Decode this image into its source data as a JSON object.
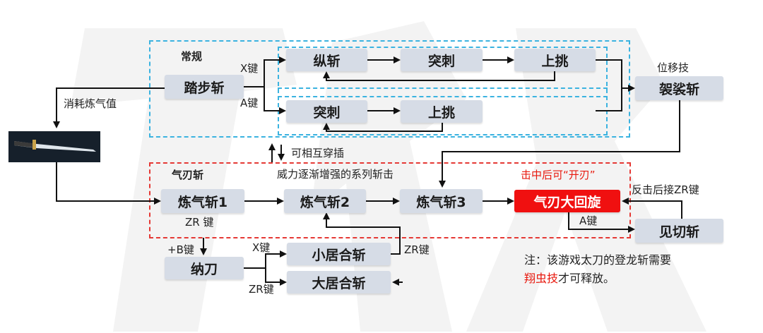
{
  "regions": {
    "normal": "常规",
    "qiblade": "气刃斩"
  },
  "nodes": {
    "tabubu": "踏步斩",
    "zongzhan": "纵斩",
    "tuci1": "突刺",
    "shangtiao1": "上挑",
    "tuci2": "突刺",
    "shangtiao2": "上挑",
    "kesazhan": "袈裟斩",
    "lianqi1": "炼气斩1",
    "lianqi2": "炼气斩2",
    "lianqi3": "炼气斩3",
    "qiren_spin": "气刃大回旋",
    "jianqie": "见切斩",
    "nadao": "纳刀",
    "xiaojuhe": "小居合斩",
    "dajuhe": "大居合斩"
  },
  "labels": {
    "x_key_1": "X键",
    "a_key_1": "A键",
    "consume": "消耗炼气值",
    "displacement": "位移技",
    "interleave": "可相互穿插",
    "series": "威力逐渐增强的系列斩击",
    "open_blade": "击中后可“开刃”",
    "counter": "反击后接ZR键",
    "zr_key_1": "ZR 键",
    "a_key_2": "A键",
    "b_key": "+B键",
    "x_key_2": "X键",
    "zr_key_2": "ZR键",
    "zr_key_3": "ZR键"
  },
  "note": {
    "line1": "注：该游戏太刀的登龙斩需要",
    "line2_red": "翔虫技",
    "line2_rest": "才可释放。"
  },
  "colors": {
    "node_fill": "#d6dce6",
    "highlight_red": "#f01010",
    "blue_dash": "#3bb3e0",
    "red_dash": "#e53935"
  }
}
